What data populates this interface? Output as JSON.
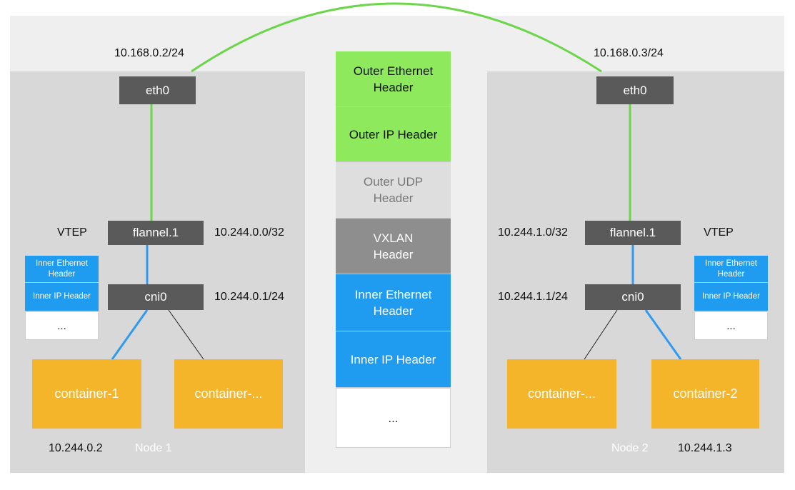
{
  "node1": {
    "name": "Node 1",
    "eth0": {
      "label": "eth0",
      "ip": "10.168.0.2/24"
    },
    "flannel": {
      "label": "flannel.1",
      "ip": "10.244.0.0/32",
      "vtep": "VTEP"
    },
    "cni": {
      "label": "cni0",
      "ip": "10.244.0.1/24"
    },
    "containers": [
      "container-1",
      "container-..."
    ],
    "container_ip": "10.244.0.2",
    "mini_packet": [
      "Inner Ethernet Header",
      "Inner IP Header",
      "..."
    ]
  },
  "node2": {
    "name": "Node 2",
    "eth0": {
      "label": "eth0",
      "ip": "10.168.0.3/24"
    },
    "flannel": {
      "label": "flannel.1",
      "ip": "10.244.1.0/32",
      "vtep": "VTEP"
    },
    "cni": {
      "label": "cni0",
      "ip": "10.244.1.1/24"
    },
    "containers": [
      "container-...",
      "container-2"
    ],
    "container_ip": "10.244.1.3",
    "mini_packet": [
      "Inner Ethernet Header",
      "Inner IP Header",
      "..."
    ]
  },
  "packet": {
    "outer_ethernet": "Outer Ethernet Header",
    "outer_ip": "Outer IP Header",
    "outer_udp": "Outer UDP Header",
    "vxlan": "VXLAN Header",
    "inner_ethernet": "Inner Ethernet Header",
    "inner_ip": "Inner IP Header",
    "ellipsis": "..."
  },
  "colors": {
    "green_link": "#6cd64a",
    "blue_link": "#2f9af0",
    "thin_link": "#222222"
  }
}
